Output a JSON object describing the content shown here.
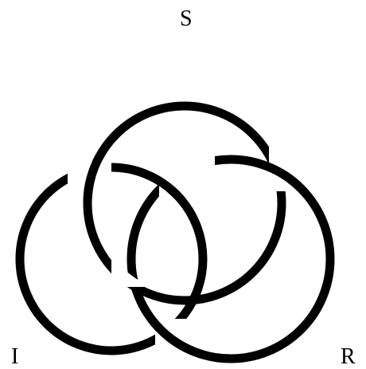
{
  "labels": {
    "top": "S",
    "bottom_left": "I",
    "bottom_right": "R"
  },
  "colors": {
    "ring": "#000000",
    "background": "#ffffff"
  }
}
